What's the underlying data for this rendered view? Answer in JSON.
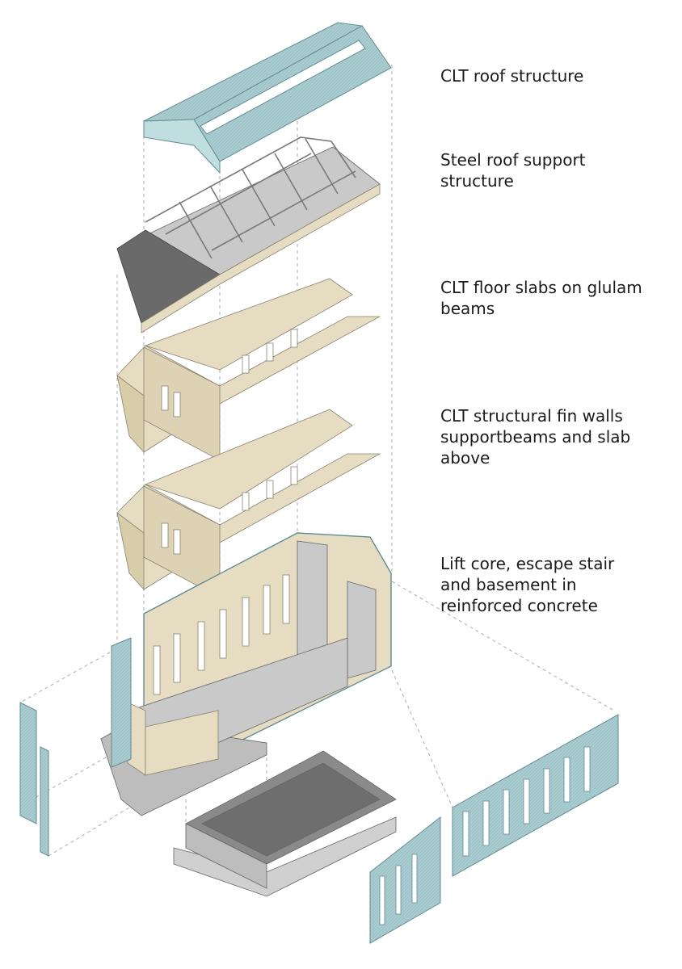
{
  "labels": {
    "roof": "CLT roof structure",
    "steel": "Steel roof support\nstructure",
    "floor": "CLT floor slabs on glulam\nbeams",
    "fin": "CLT structural fin walls\nsupportbeams and slab\nabove",
    "core": "Lift core, escape stair\nand basement in\nreinforced concrete"
  },
  "colors": {
    "clt_timber": "#e5dcc1",
    "timber_edge": "#8a8270",
    "facade_blue": "#a9ccd0",
    "concrete_light": "#c9c9c9",
    "concrete_dark": "#707070",
    "steel": "#f4f4f4"
  }
}
